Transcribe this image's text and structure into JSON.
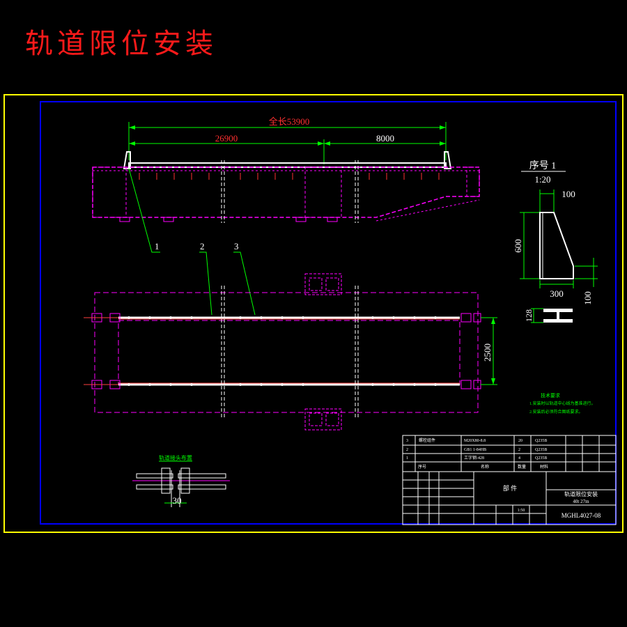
{
  "title": "轨道限位安装",
  "colors": {
    "background": "#000000",
    "outer_frame": "#ffff00",
    "inner_frame": "#0000ff",
    "structure": "#ff00ff",
    "rail": "#ffffff",
    "dimension": "#00ff00",
    "dimension_text": "#ffff66",
    "cut_text": "#ff4040",
    "notes": "#00ff00"
  },
  "elevation": {
    "total_length_label": "全长53900",
    "dim_left": "26900",
    "dim_right": "8000",
    "callouts": [
      "1",
      "2",
      "3"
    ]
  },
  "plan": {
    "width_dim": "2500"
  },
  "detail": {
    "title": "序号 1",
    "scale": "1:20",
    "dim_top": "100",
    "dim_height": "600",
    "dim_base": "300",
    "dim_foot": "100",
    "dim_section": "128"
  },
  "joint_detail": {
    "title": "轨道接头布置",
    "dim": "30"
  },
  "notes": {
    "heading": "技术要求",
    "lines": [
      "1.安装时以轨道中心线为基准进行。",
      "2.安装后必须符合图纸要求。"
    ]
  },
  "title_block": {
    "parts_rows": [
      {
        "no": "3",
        "name": "螺栓组件",
        "spec": "M20X80-8.8",
        "qty": "20",
        "mat": "Q235B"
      },
      {
        "no": "2",
        "name": "GB1 1-84HB",
        "spec": "",
        "qty": "2",
        "mat": "Q235B"
      },
      {
        "no": "1",
        "name": "工字钢-428",
        "spec": "",
        "qty": "4",
        "mat": "Q235B"
      }
    ],
    "header": [
      "序号",
      "名称",
      "数量",
      "材料"
    ],
    "part_label": "部 件",
    "drawing_name": "轨道限位安装",
    "drawing_sub": "40t 27m",
    "drawing_no": "MGHL4027-08",
    "scale": "1:50"
  }
}
